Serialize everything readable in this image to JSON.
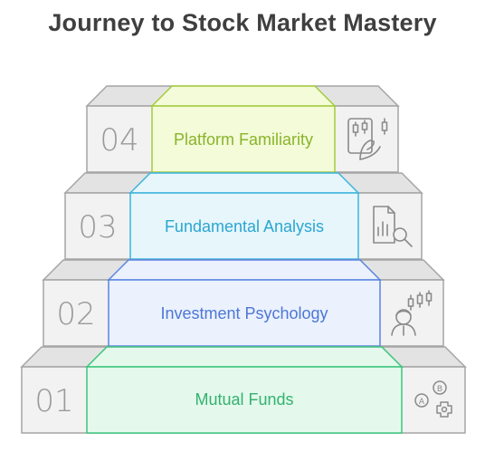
{
  "title": "Journey to Stock Market Mastery",
  "steps": [
    {
      "number": "04",
      "label": "Platform Familiarity",
      "icon": "candlestick-chart-hand-icon",
      "colors": {
        "fill": "#f3fbd9",
        "stroke": "#a4cc3c",
        "text": "#8ab42a"
      }
    },
    {
      "number": "03",
      "label": "Fundamental Analysis",
      "icon": "report-magnifier-icon",
      "colors": {
        "fill": "#e6f6fb",
        "stroke": "#3cb4dc",
        "text": "#2aa6d2"
      }
    },
    {
      "number": "02",
      "label": "Investment Psychology",
      "icon": "investor-candlestick-icon",
      "colors": {
        "fill": "#ebf1fd",
        "stroke": "#5a84e2",
        "text": "#4d77d6"
      }
    },
    {
      "number": "01",
      "label": "Mutual Funds",
      "icon": "fund-selection-icon",
      "colors": {
        "fill": "#e4f9ec",
        "stroke": "#3dc47c",
        "text": "#33b26f"
      }
    }
  ]
}
